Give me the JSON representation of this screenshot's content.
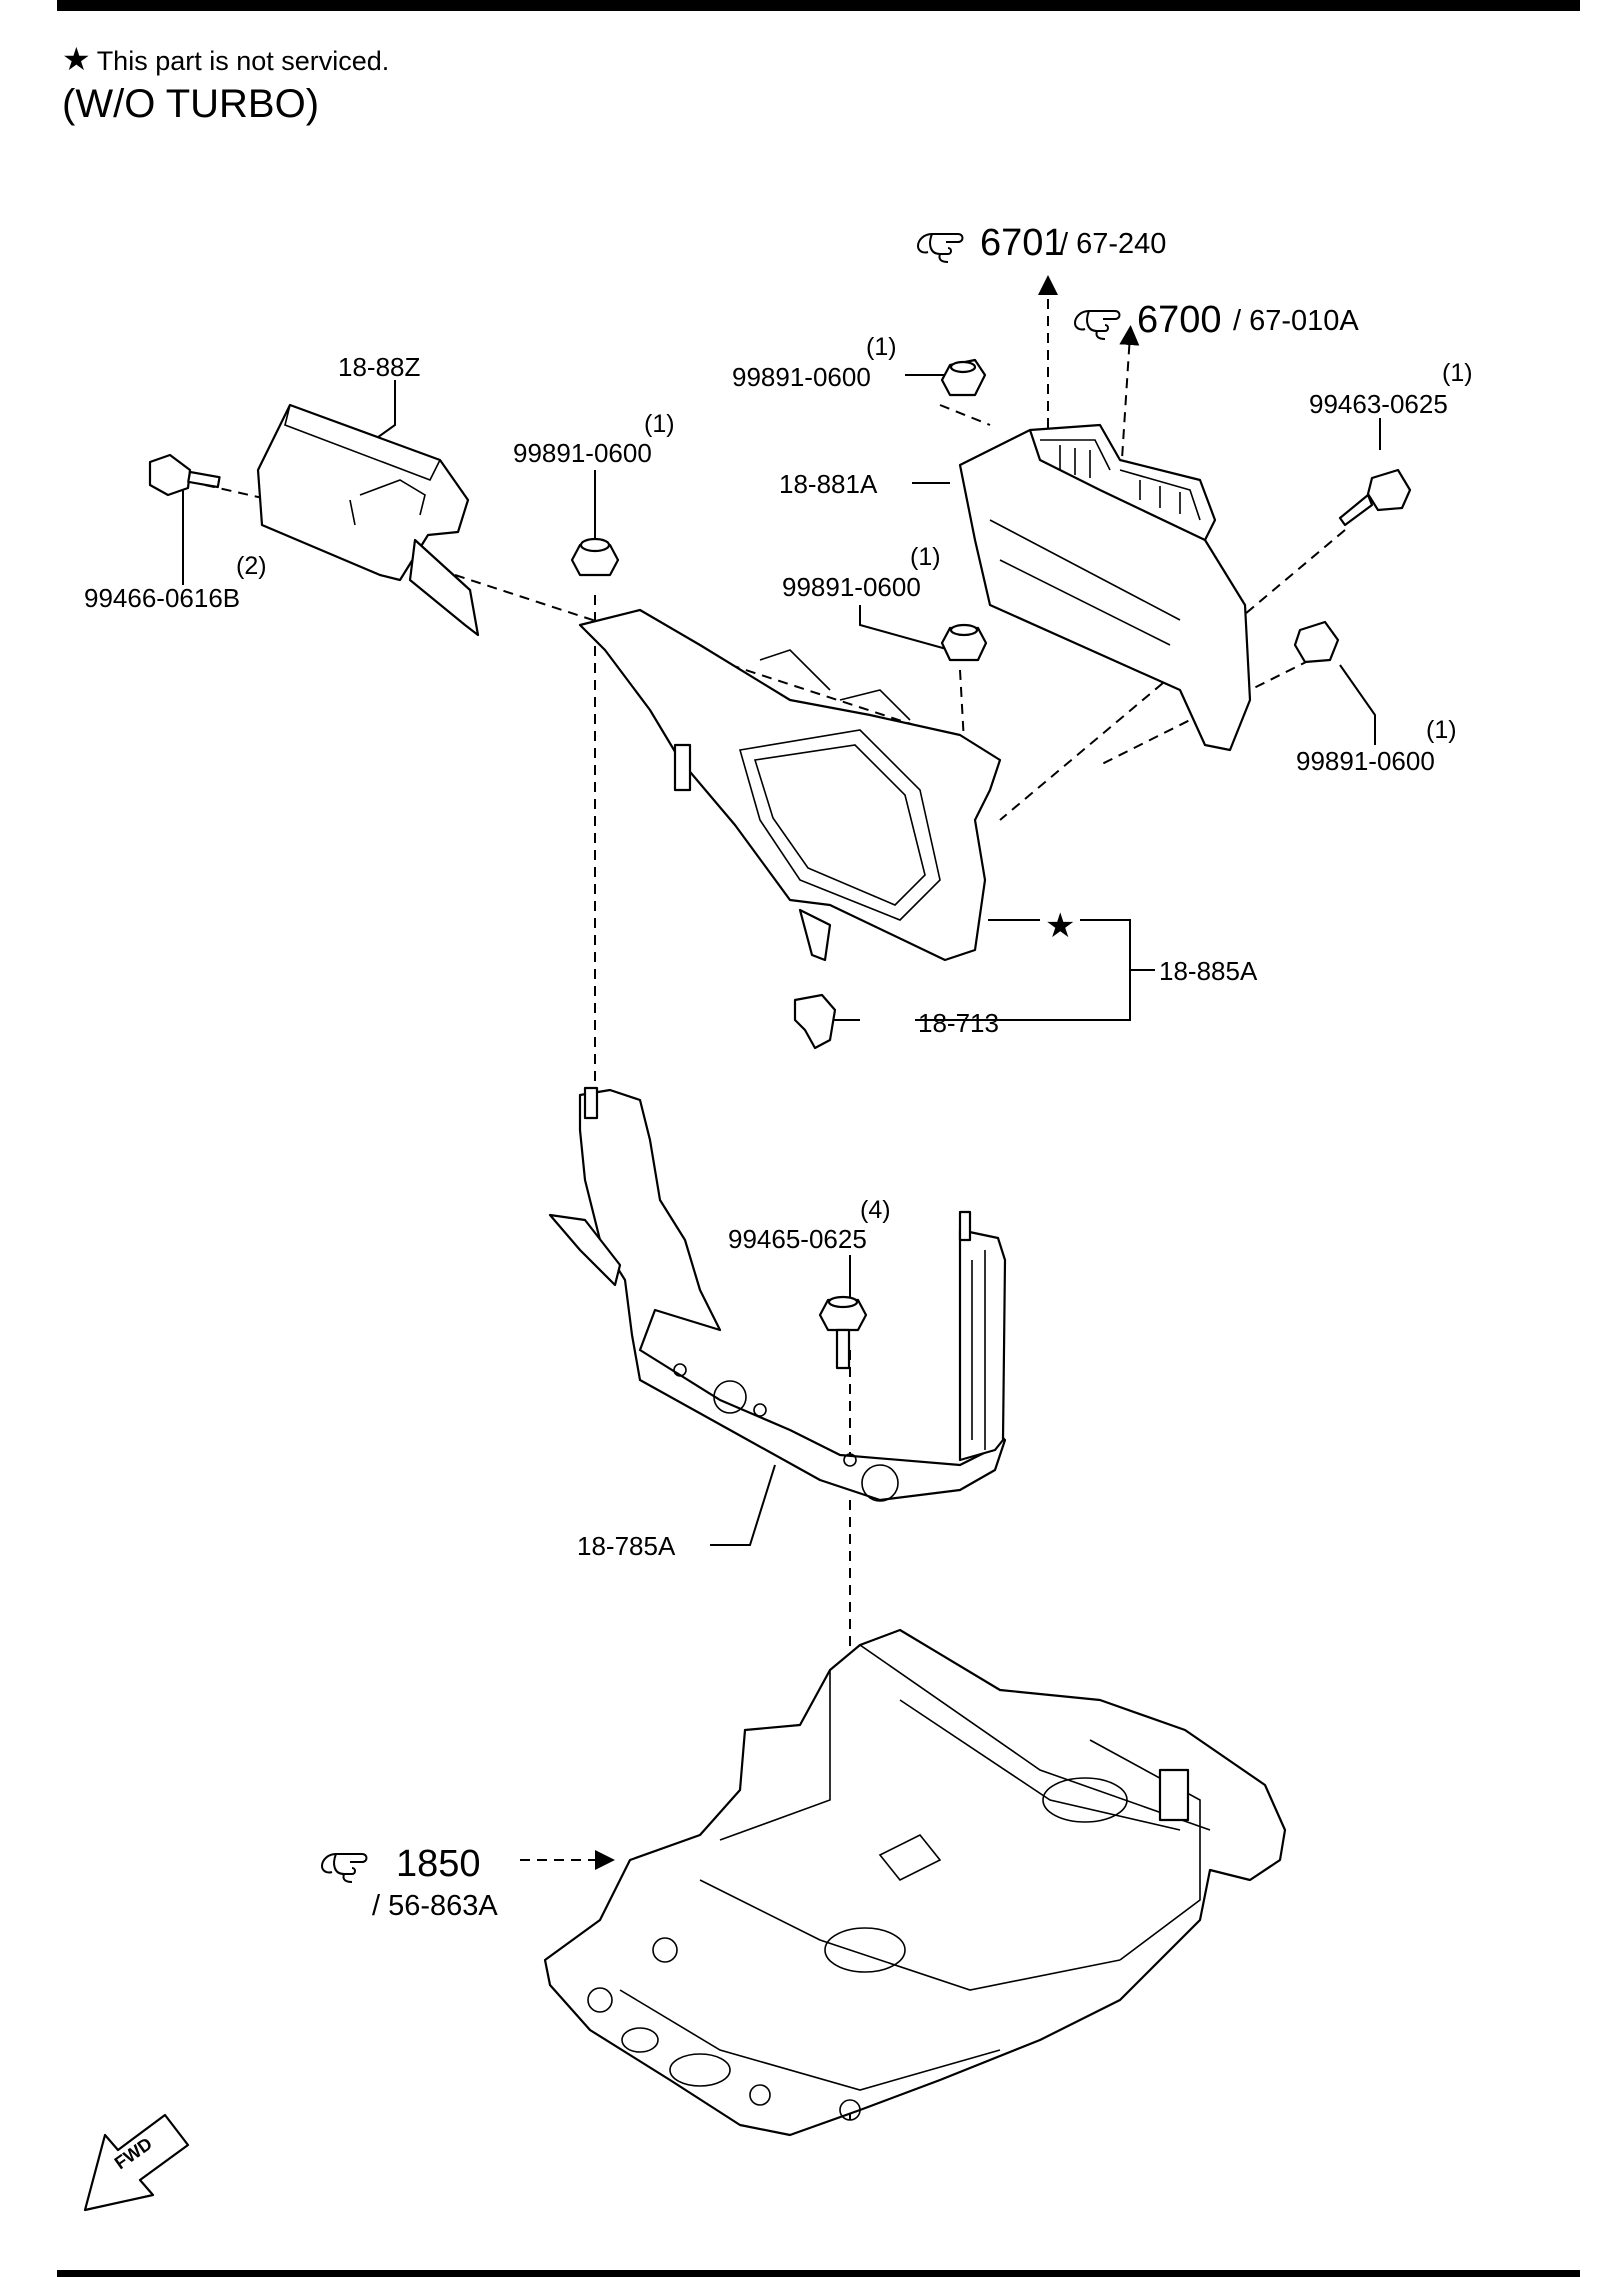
{
  "header": {
    "note_symbol": "★",
    "note_text": "This part is not serviced.",
    "variant": "(W/O TURBO)"
  },
  "callouts": {
    "ref_6701_num": "6701",
    "ref_6701_sub": "/ 67-240",
    "ref_6700_num": "6700",
    "ref_6700_sub": "/ 67-010A",
    "ref_1850_num": "1850",
    "ref_1850_sub": "/ 56-863A",
    "part_18_88z": "18-88Z",
    "part_99466": "99466-0616B",
    "qty_99466": "(2)",
    "part_99891_a": "99891-0600",
    "qty_99891_a": "(1)",
    "part_99891_b": "99891-0600",
    "qty_99891_b": "(1)",
    "part_99891_c": "99891-0600",
    "qty_99891_c": "(1)",
    "part_99891_d": "99891-0600",
    "qty_99891_d": "(1)",
    "part_99463": "99463-0625",
    "qty_99463": "(1)",
    "part_18_881a": "18-881A",
    "part_18_885a": "18-885A",
    "part_18_713": "18-713",
    "part_99465": "99465-0625",
    "qty_99465": "(4)",
    "part_18_785a": "18-785A",
    "star_marker": "★",
    "fwd": "FWD"
  },
  "icons": [
    "pointing-hand-icon",
    "fwd-arrow-icon",
    "star-icon"
  ]
}
